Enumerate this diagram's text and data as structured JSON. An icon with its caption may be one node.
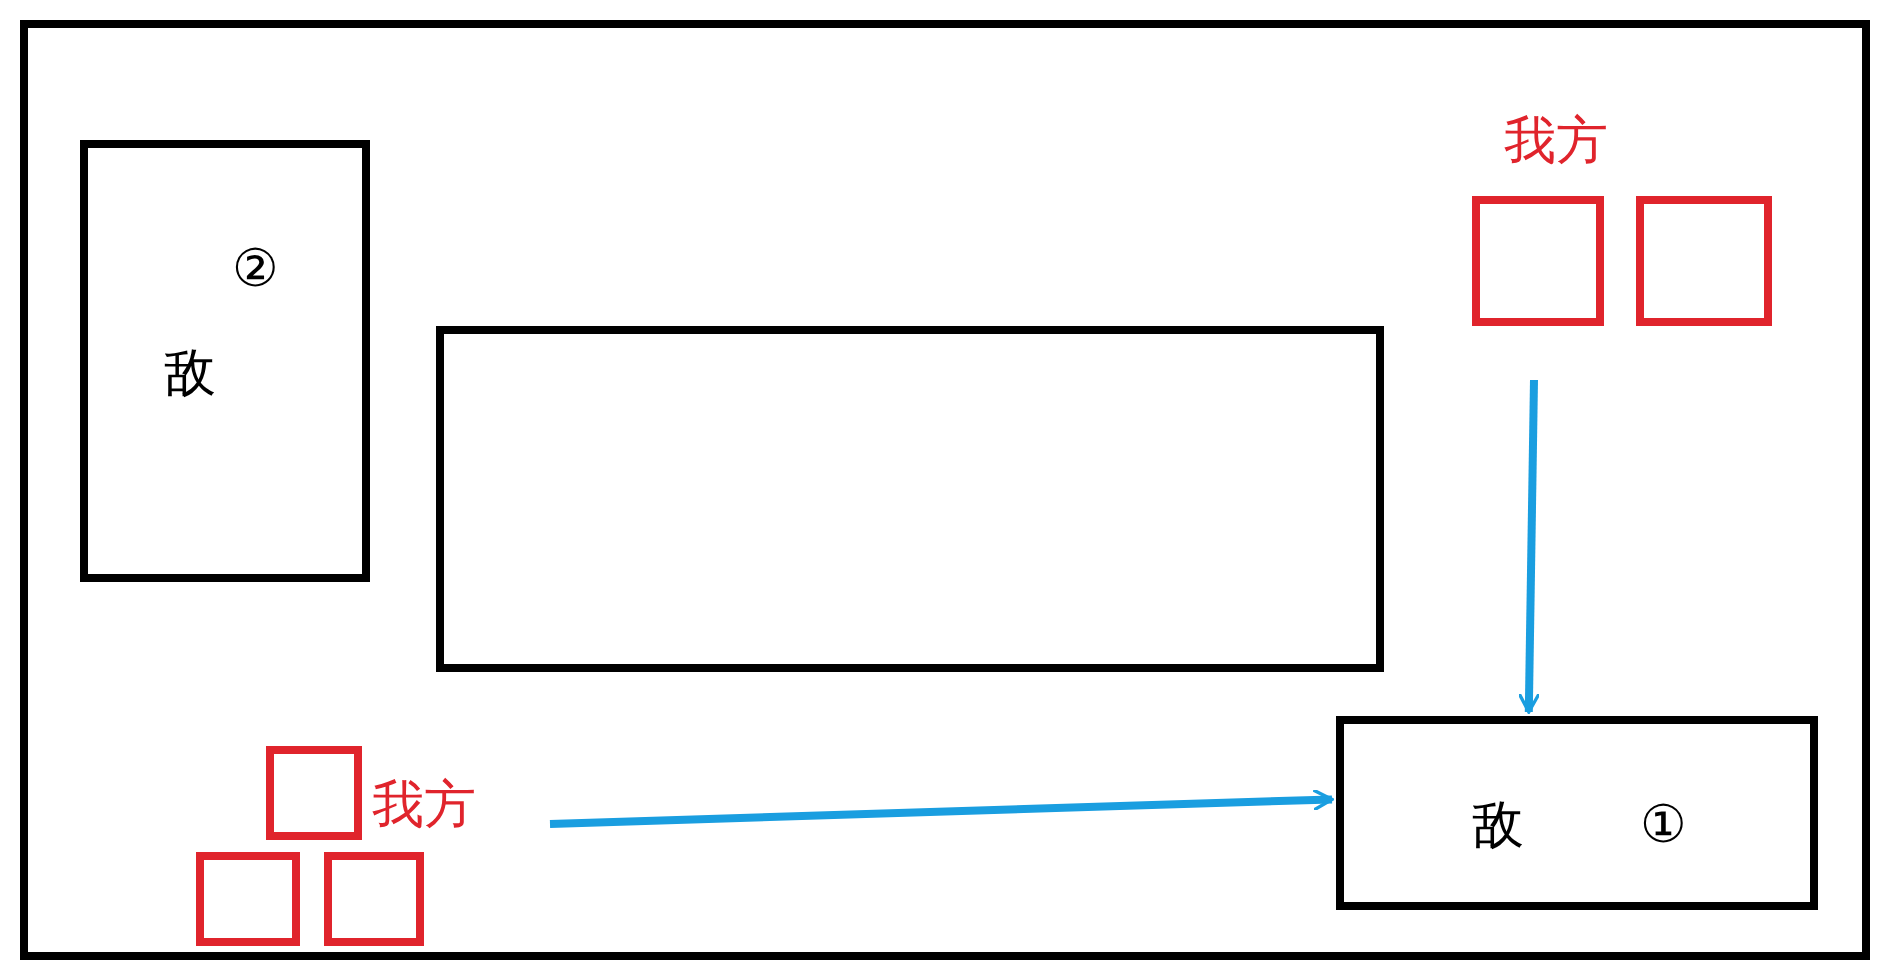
{
  "diagram": {
    "nodes": [
      {
        "text": [],
        "shape": "box"
      },
      {
        "text": [
          "②",
          "敌"
        ],
        "in": 0
      },
      {
        "text": [],
        "shape": "box",
        "in": 0
      },
      {
        "text": [],
        "shape": "box",
        "in": 0
      },
      {
        "text": [],
        "shape": "box",
        "in": 0
      },
      {
        "text": [],
        "shape": "box",
        "in": 0
      },
      {
        "text": [],
        "shape": "box",
        "in": 0
      },
      {
        "text": [],
        "shape": "box",
        "in": 0
      },
      {
        "text": [
          "敌",
          "①"
        ],
        "in": 0
      }
    ],
    "edges": [
      {
        "from": null,
        "to": 8,
        "arrow": "to"
      },
      {
        "from": null,
        "to": 8,
        "arrow": "to"
      }
    ],
    "labels": [
      "我方",
      "我方"
    ]
  }
}
